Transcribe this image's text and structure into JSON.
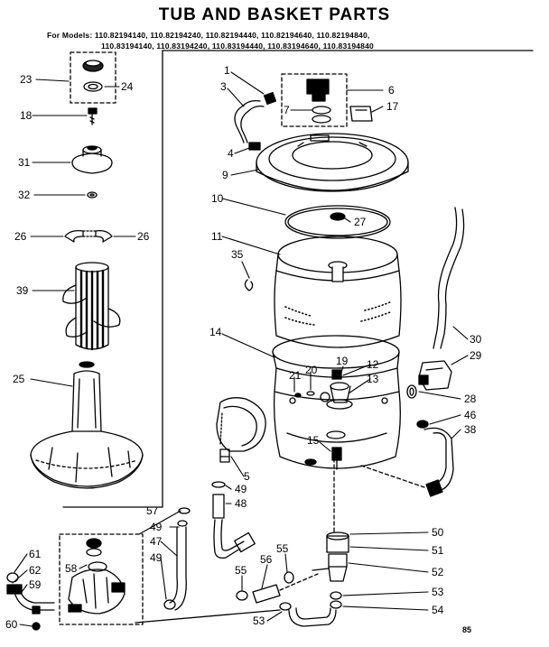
{
  "title": "TUB AND BASKET PARTS",
  "models": {
    "line1": "For Models: 110.82194140, 110.82194240, 110.82194440, 110.82194640, 110.82194840,",
    "line2": "110.83194140, 110.83194240, 110.83194440, 110.83194640, 110.83194840"
  },
  "page_code": "85",
  "parts": {
    "p1": "1",
    "p3": "3",
    "p4": "4",
    "p5": "5",
    "p6": "6",
    "p7": "7",
    "p9": "9",
    "p10": "10",
    "p11": "11",
    "p12": "12",
    "p13": "13",
    "p14": "14",
    "p15": "15",
    "p17": "17",
    "p18": "18",
    "p19": "19",
    "p20": "20",
    "p21": "21",
    "p23": "23",
    "p24": "24",
    "p25": "25",
    "p26a": "26",
    "p26b": "26",
    "p27": "27",
    "p28": "28",
    "p29": "29",
    "p30": "30",
    "p31": "31",
    "p32": "32",
    "p35": "35",
    "p38": "38",
    "p39": "39",
    "p46": "46",
    "p47": "47",
    "p48": "48",
    "p49a": "49",
    "p49b": "49",
    "p49c": "49",
    "p50": "50",
    "p51": "51",
    "p52": "52",
    "p53a": "53",
    "p53b": "53",
    "p54": "54",
    "p55a": "55",
    "p55b": "55",
    "p56": "56",
    "p57": "57",
    "p58": "58",
    "p59": "59",
    "p60": "60",
    "p61": "61",
    "p62": "62"
  }
}
